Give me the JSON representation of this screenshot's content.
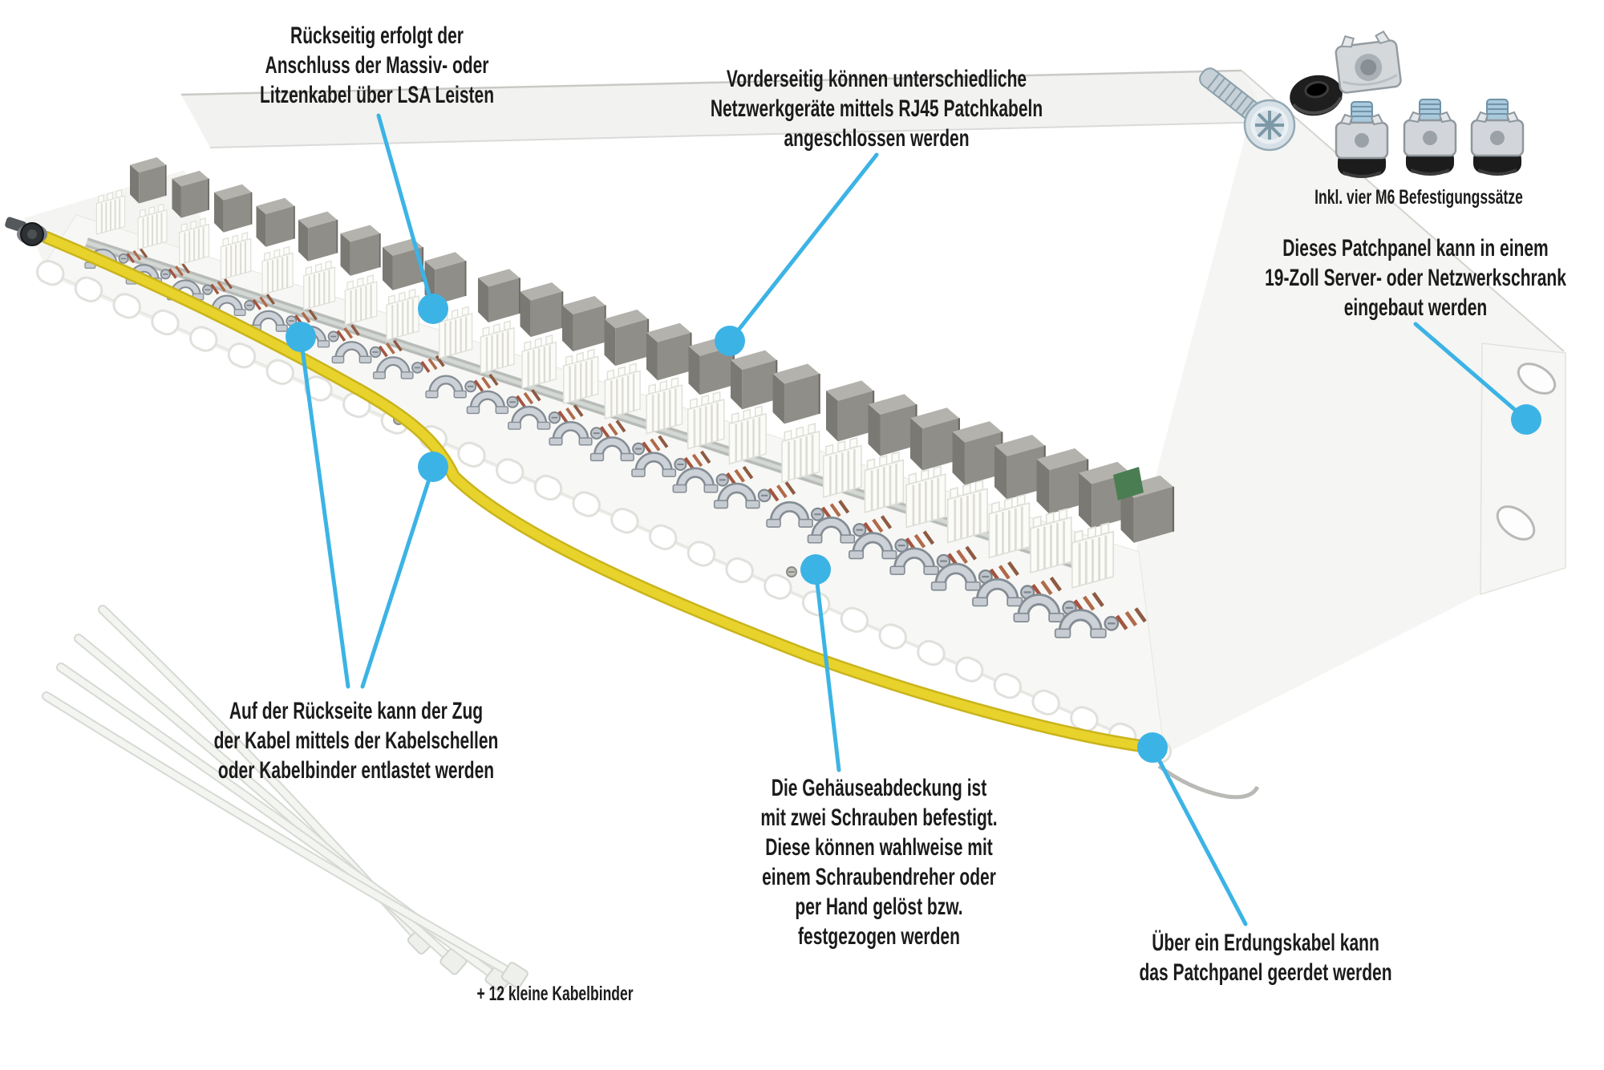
{
  "meta": {
    "background_color": "#ffffff",
    "accent_blue": "#3CB3E5",
    "text_color": "#1B1B1B",
    "cable_yellow": "#E2CB25",
    "language": "de"
  },
  "annotations": {
    "rear_lsa": {
      "text": "Rückseitig erfolgt der\nAnschluss der Massiv- oder\nLitzenkabel über LSA Leisten"
    },
    "front_rj45": {
      "text": "Vorderseitig können unterschiedliche\nNetzwerkgeräte mittels RJ45 Patchkabeln\nangeschlossen werden"
    },
    "mounting_kit": {
      "text": "Inkl. vier M6 Befestigungssätze"
    },
    "rack_mount": {
      "text": "Dieses Patchpanel kann in einem\n19-Zoll Server- oder Netzwerkschrank\neingebaut werden"
    },
    "strain_relief": {
      "text": "Auf der Rückseite kann der Zug\nder Kabel mittels der Kabelschellen\noder Kabelbinder entlastet werden"
    },
    "cover_screws": {
      "text": "Die Gehäuseabdeckung ist\nmit zwei Schrauben befestigt.\nDiese können wahlweise mit\neinem Schraubendreher oder\nper Hand gelöst bzw.\nfestgezogen werden"
    },
    "grounding": {
      "text": "Über ein Erdungskabel kann\ndas Patchpanel geerdet werden"
    },
    "cable_ties": {
      "text": "+ 12 kleine Kabelbinder"
    }
  }
}
